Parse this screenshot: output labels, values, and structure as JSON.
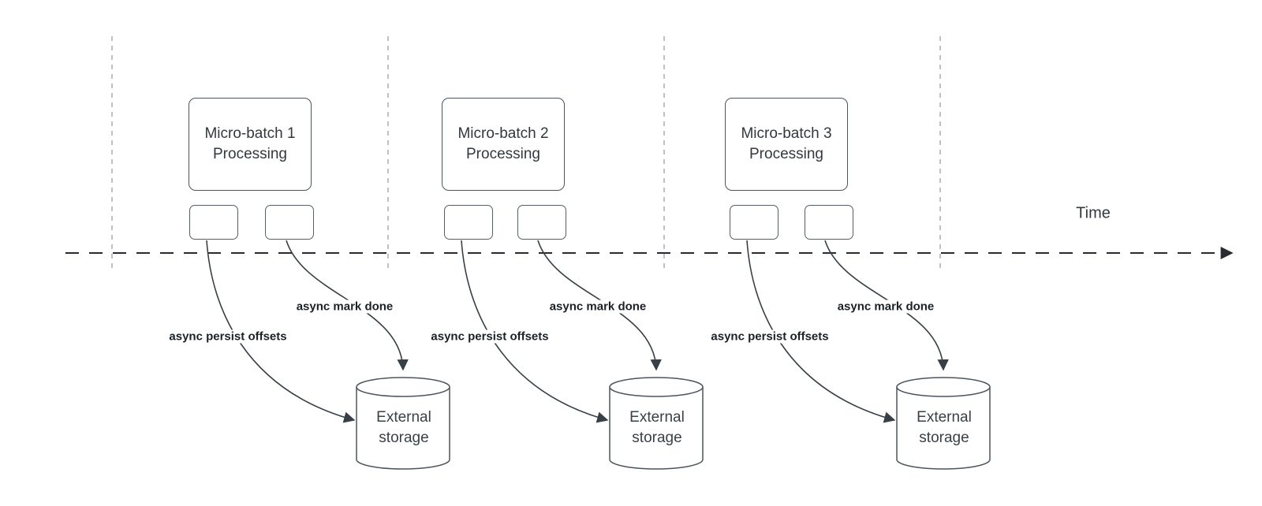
{
  "diagram": {
    "type": "flow-timeline-diagram",
    "timeline_label": "Time",
    "colors": {
      "background": "#ffffff",
      "shape_stroke": "#4d545c",
      "connector_stroke": "#383f47",
      "timeline_stroke": "#282c30",
      "lane_divider_stroke": "#aeb3b9",
      "box_text": "#33383e",
      "edge_label_text": "#1c2126"
    },
    "icons": {
      "storage": "database-cylinder-icon",
      "timeline_end": "arrow-right-icon"
    }
  },
  "sections": [
    {
      "box_line1": "Micro-batch 1",
      "box_line2": "Processing",
      "persist_label": "async persist offsets",
      "mark_label": "async mark done",
      "storage_line1": "External",
      "storage_line2": "storage"
    },
    {
      "box_line1": "Micro-batch 2",
      "box_line2": "Processing",
      "persist_label": "async persist offsets",
      "mark_label": "async mark done",
      "storage_line1": "External",
      "storage_line2": "storage"
    },
    {
      "box_line1": "Micro-batch 3",
      "box_line2": "Processing",
      "persist_label": "async persist offsets",
      "mark_label": "async mark done",
      "storage_line1": "External",
      "storage_line2": "storage"
    }
  ]
}
